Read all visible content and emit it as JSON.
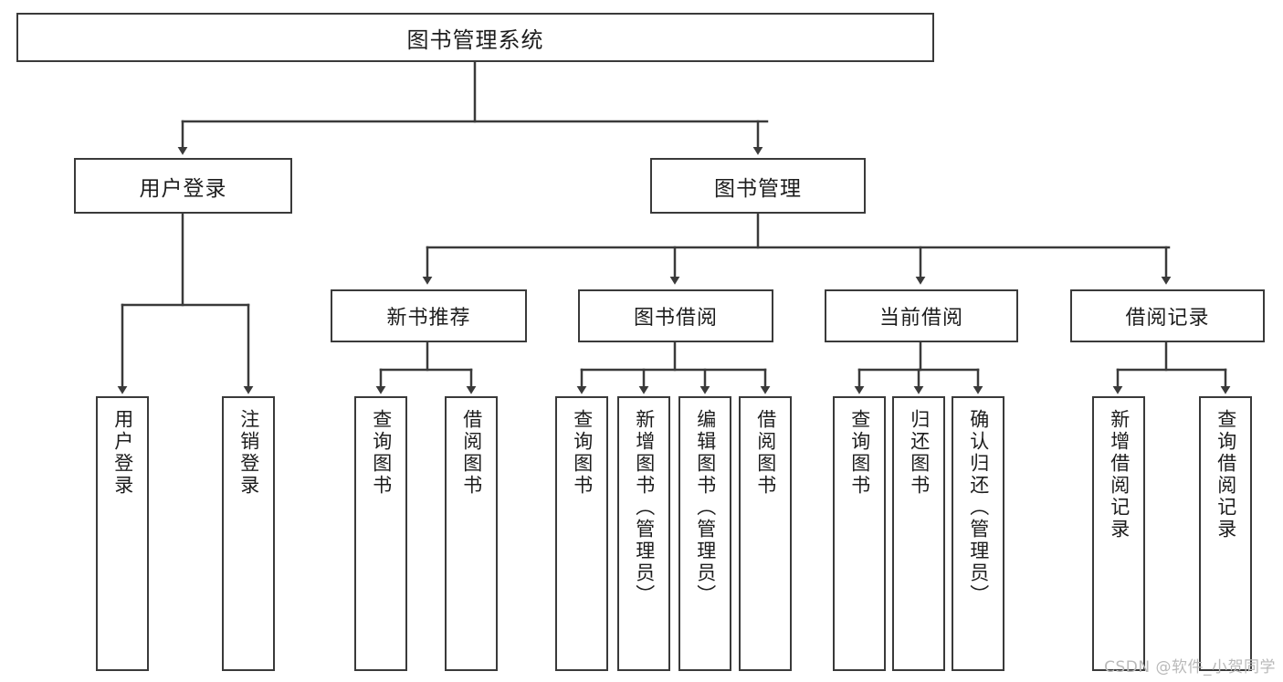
{
  "diagram": {
    "title": "图书管理系统",
    "type": "tree",
    "watermark": "CSDN @软件_小贺同学",
    "colors": {
      "stroke": "#3a3a3a",
      "fill": "#ffffff",
      "text": "#1d1d1d",
      "watermark": "#b9b9b9"
    },
    "nodes": {
      "root": {
        "label": "图书管理系统"
      },
      "level2": [
        {
          "id": "user-login",
          "label": "用户登录"
        },
        {
          "id": "book-manage",
          "label": "图书管理"
        }
      ],
      "level3": [
        {
          "id": "new-book-recommend",
          "label": "新书推荐"
        },
        {
          "id": "book-borrow",
          "label": "图书借阅"
        },
        {
          "id": "current-borrow",
          "label": "当前借阅"
        },
        {
          "id": "borrow-record",
          "label": "借阅记录"
        }
      ],
      "leaves": [
        {
          "id": "leaf-user-login",
          "parent": "user-login",
          "label": "用户登录"
        },
        {
          "id": "leaf-logout",
          "parent": "user-login",
          "label": "注销登录"
        },
        {
          "id": "leaf-query-book-1",
          "parent": "new-book-recommend",
          "label": "查询图书"
        },
        {
          "id": "leaf-borrow-book-1",
          "parent": "new-book-recommend",
          "label": "借阅图书"
        },
        {
          "id": "leaf-query-book-2",
          "parent": "book-borrow",
          "label": "查询图书"
        },
        {
          "id": "leaf-add-book",
          "parent": "book-borrow",
          "label": "新增图书（管理员）"
        },
        {
          "id": "leaf-edit-book",
          "parent": "book-borrow",
          "label": "编辑图书（管理员）"
        },
        {
          "id": "leaf-borrow-book-2",
          "parent": "book-borrow",
          "label": "借阅图书"
        },
        {
          "id": "leaf-query-book-3",
          "parent": "current-borrow",
          "label": "查询图书"
        },
        {
          "id": "leaf-return-book",
          "parent": "current-borrow",
          "label": "归还图书"
        },
        {
          "id": "leaf-confirm-return",
          "parent": "current-borrow",
          "label": "确认归还（管理员）"
        },
        {
          "id": "leaf-add-record",
          "parent": "borrow-record",
          "label": "新增借阅记录"
        },
        {
          "id": "leaf-query-record",
          "parent": "borrow-record",
          "label": "查询借阅记录"
        }
      ]
    }
  }
}
